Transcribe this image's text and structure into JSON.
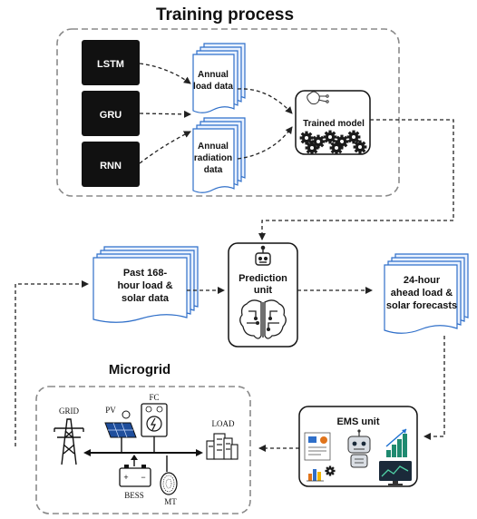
{
  "training": {
    "title": "Training process",
    "models": [
      "LSTM",
      "GRU",
      "RNN"
    ],
    "annual_load": [
      "Annual",
      "load data"
    ],
    "annual_radiation": [
      "Annual",
      "radiation",
      "data"
    ],
    "trained_model": "Trained model"
  },
  "prediction": {
    "past_data": [
      "Past 168-",
      "hour load &",
      "solar data"
    ],
    "unit": [
      "Prediction",
      "unit"
    ],
    "forecasts": [
      "24-hour",
      "ahead load &",
      "solar forecasts"
    ]
  },
  "microgrid": {
    "title": "Microgrid",
    "labels": {
      "grid": "GRID",
      "pv": "PV",
      "fc": "FC",
      "load": "LOAD",
      "bess": "BESS",
      "mt": "MT"
    }
  },
  "ems": {
    "title": "EMS unit"
  },
  "colors": {
    "doc_blue": "#2f6fc9",
    "doc_fill": "#eaf2ff",
    "model_box": "#111111",
    "dash": "#222222",
    "gear": "#1a1a1a"
  }
}
